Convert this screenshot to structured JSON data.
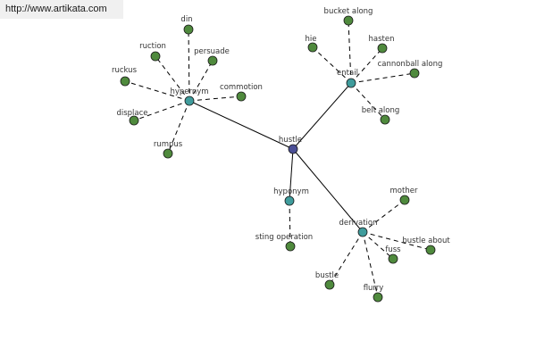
{
  "banner": {
    "url": "http://www.artikata.com"
  },
  "colors": {
    "center": "#4b4f96",
    "hub": "#3f9c9c",
    "leaf": "#4f8a3d",
    "edge": "#000000"
  },
  "graph": {
    "center": "hustle",
    "hubs": [
      {
        "id": "hypernym",
        "label": "hypernym",
        "children": [
          "din",
          "ruction",
          "persuade",
          "ruckus",
          "commotion",
          "displace",
          "rumpus"
        ]
      },
      {
        "id": "entail",
        "label": "entail",
        "children": [
          "bucket along",
          "hie",
          "hasten",
          "cannonball along",
          "belt along"
        ]
      },
      {
        "id": "hyponym",
        "label": "hyponym",
        "children": [
          "sting operation"
        ]
      },
      {
        "id": "derivation",
        "label": "derivation",
        "children": [
          "mother",
          "bustle about",
          "fuss",
          "bustle",
          "flurry"
        ]
      }
    ]
  }
}
